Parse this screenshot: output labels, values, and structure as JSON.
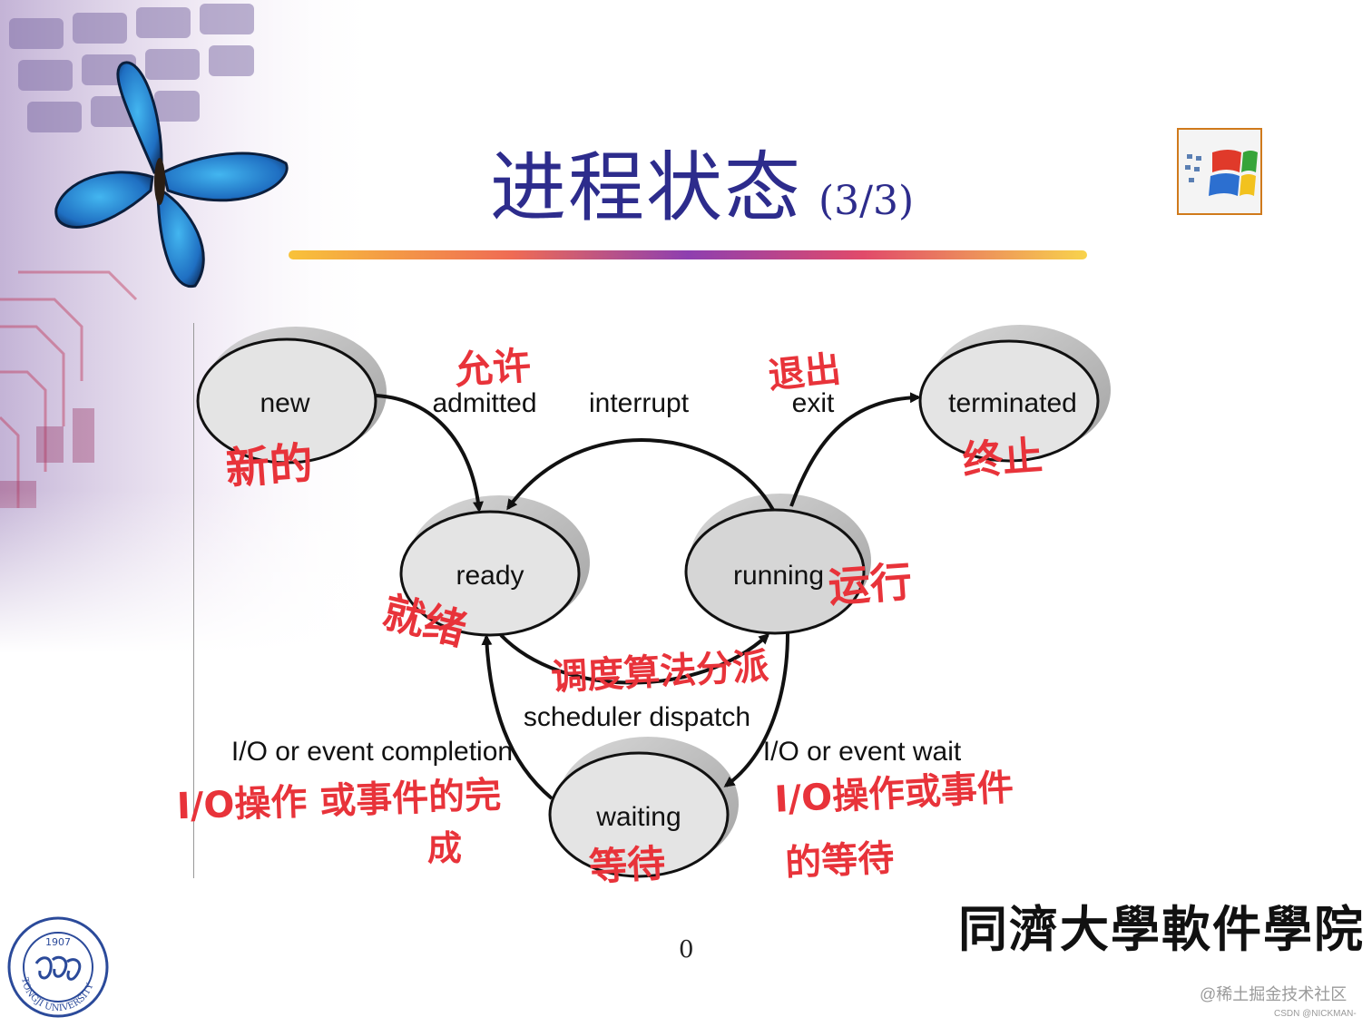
{
  "title": {
    "main": "进程状态",
    "sub": "(3/3)"
  },
  "states": {
    "new": {
      "label": "new",
      "note": "新的"
    },
    "ready": {
      "label": "ready",
      "note": "就绪"
    },
    "running": {
      "label": "running",
      "note": "运行"
    },
    "terminated": {
      "label": "terminated",
      "note": "终止"
    },
    "waiting": {
      "label": "waiting",
      "note": "等待"
    }
  },
  "transitions": {
    "admitted": {
      "label": "admitted",
      "note": "允许"
    },
    "interrupt": {
      "label": "interrupt"
    },
    "exit": {
      "label": "exit",
      "note": "退出"
    },
    "dispatch": {
      "label": "scheduler dispatch",
      "note": "调度算法分派"
    },
    "io_completion": {
      "label": "I/O or event completion",
      "note_line1": "I/O操作 或事件的完",
      "note_line2": "成"
    },
    "io_wait": {
      "label": "I/O or event wait",
      "note_line1": "I/O操作或事件",
      "note_line2": "的等待"
    }
  },
  "page_number": "0",
  "school_name": "同濟大學軟件學院",
  "university_seal": {
    "year": "1907",
    "text": "TONGJI UNIVERSITY"
  },
  "watermark": {
    "line1": "@稀土掘金技术社区",
    "line2": "CSDN @NICKMAN-"
  },
  "colors": {
    "title": "#2d2c8c",
    "handwriting": "#e8333a",
    "state_fill": "#e4e4e4",
    "running_fill": "#d6d6d6"
  },
  "icons": [
    "butterfly-icon",
    "windows-logo-icon",
    "university-seal-icon"
  ]
}
